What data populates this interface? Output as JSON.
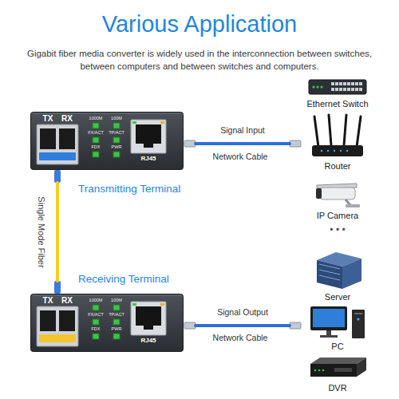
{
  "diagram": {
    "title": "Various Application",
    "nodes": [
      {
        "text": [
          "TX",
          "RX",
          "1000M",
          "100M",
          "FX/ACT",
          "TP/ACT",
          "FDX",
          "PWR",
          "RJ45"
        ]
      },
      {
        "text": [
          "TX",
          "RX",
          "1000M",
          "100M",
          "FX/ACT",
          "TP/ACT",
          "FDX",
          "PWR",
          "RJ45"
        ]
      },
      {
        "text": [
          "Ethernet Switch"
        ]
      },
      {
        "text": [
          "Router"
        ]
      },
      {
        "text": [
          "IP Camera"
        ]
      },
      {
        "text": [
          "Server"
        ]
      },
      {
        "text": [
          "PC"
        ]
      },
      {
        "text": [
          "DVR"
        ]
      }
    ],
    "edges": [
      {
        "from": 0,
        "to": 1,
        "label": "Single Mode Fiber",
        "arrow": "none"
      },
      {
        "from": 0,
        "to": 3,
        "label": "Signal Input",
        "arrow": "none"
      },
      {
        "from": 1,
        "to": 6,
        "label": "Signal Output",
        "arrow": "none"
      }
    ],
    "labels": [
      "Gigabit fiber media converter is widely used in the interconnection between switches, between computers and between switches and computers.",
      "Transmitting Terminal",
      "Receiving Terminal",
      "Network Cable",
      "Network Cable",
      "• • •"
    ]
  }
}
